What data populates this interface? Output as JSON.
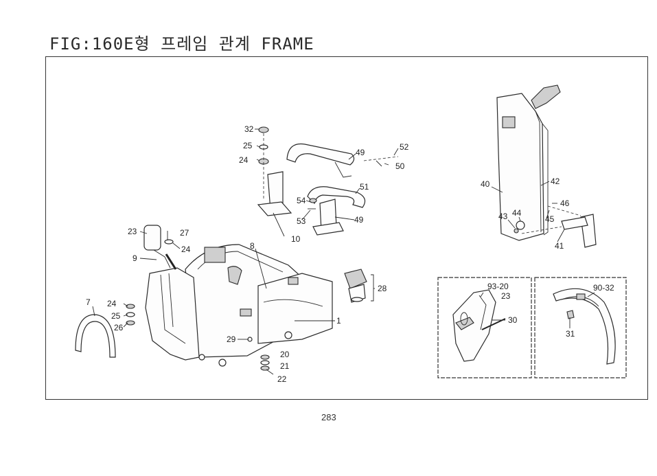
{
  "page": {
    "title": "FIG:160E형 프레임 관계 FRAME",
    "page_number": "283"
  },
  "callouts": {
    "p1": "1",
    "p7": "7",
    "p8": "8",
    "p9": "9",
    "p10": "10",
    "p20": "20",
    "p21": "21",
    "p22": "22",
    "p23": "23",
    "p24a": "24",
    "p24b": "24",
    "p24c": "24",
    "p25a": "25",
    "p25b": "25",
    "p26": "26",
    "p27": "27",
    "p28": "28",
    "p29": "29",
    "p30": "30",
    "p31": "31",
    "p32": "32",
    "p40": "40",
    "p41": "41",
    "p42": "42",
    "p43": "43",
    "p44": "44",
    "p45": "45",
    "p46": "46",
    "p49a": "49",
    "p49b": "49",
    "p50": "50",
    "p51": "51",
    "p52": "52",
    "p53": "53",
    "p54": "54",
    "p93_20": "93-20",
    "p23b": "23",
    "p90_32": "90-32"
  }
}
